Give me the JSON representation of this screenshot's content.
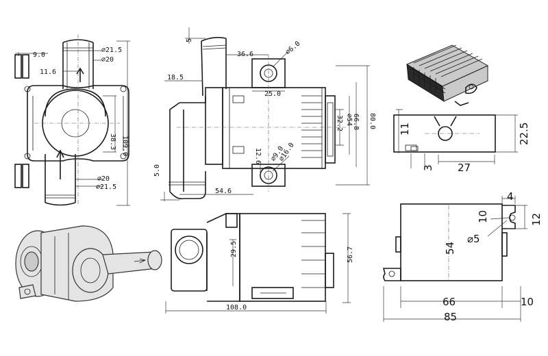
{
  "front_view": {
    "dim_9_0": "9.0",
    "dim_11_6": "11.6",
    "dim_21_5_top": "⌀21.5",
    "dim_20_top": "⌀20",
    "dim_38_3": "38.3",
    "dim_109_0": "109.0",
    "dim_20_bottom": "⌀20",
    "dim_21_5_bottom": "⌀21.5"
  },
  "side_view": {
    "dim_5": "5",
    "dim_36_6": "36.6",
    "dim_6_0": "⌀6.0",
    "dim_18_5": "18.5",
    "dim_25_0": "25.0",
    "dim_32_2": "32.2",
    "dim_54": "⌀54",
    "dim_66_8": "66.8",
    "dim_80_0": "80.0",
    "dim_12_6": "12.6",
    "dim_9_0": "⌀9.0",
    "dim_16_0": "⌀16.0",
    "dim_5_0": "5.0",
    "dim_54_6": "54.6"
  },
  "bottom_view": {
    "dim_29_5": "29.5",
    "dim_56_7": "56.7",
    "dim_108_0": "108.0"
  },
  "controller_top": {
    "dim_11": "11",
    "dim_22_5": "22.5",
    "dim_3": "3",
    "dim_27": "27"
  },
  "controller_plan": {
    "dim_4": "4",
    "dim_10": "10",
    "dim_12": "12",
    "dim_5": "⌀5",
    "dim_54": "54",
    "dim_66": "66",
    "dim_10_right": "10",
    "dim_85": "85"
  }
}
